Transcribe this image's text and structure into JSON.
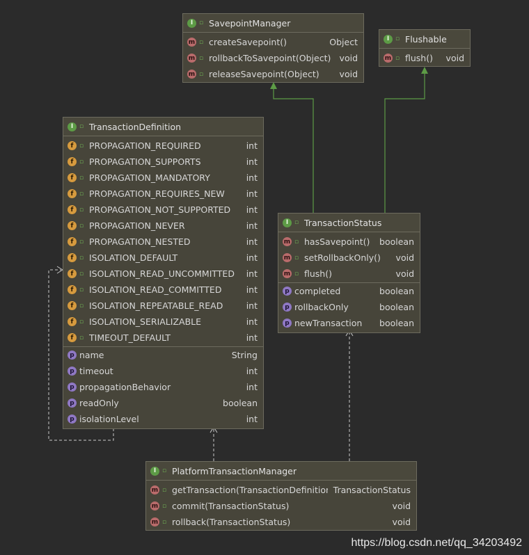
{
  "classes": {
    "savepoint_manager": {
      "name": "SavepointManager",
      "methods": [
        {
          "name": "createSavepoint()",
          "type": "Object"
        },
        {
          "name": "rollbackToSavepoint(Object)",
          "type": "void"
        },
        {
          "name": "releaseSavepoint(Object)",
          "type": "void"
        }
      ]
    },
    "flushable": {
      "name": "Flushable",
      "methods": [
        {
          "name": "flush()",
          "type": "void"
        }
      ]
    },
    "transaction_definition": {
      "name": "TransactionDefinition",
      "fields": [
        {
          "name": "PROPAGATION_REQUIRED",
          "type": "int"
        },
        {
          "name": "PROPAGATION_SUPPORTS",
          "type": "int"
        },
        {
          "name": "PROPAGATION_MANDATORY",
          "type": "int"
        },
        {
          "name": "PROPAGATION_REQUIRES_NEW",
          "type": "int"
        },
        {
          "name": "PROPAGATION_NOT_SUPPORTED",
          "type": "int"
        },
        {
          "name": "PROPAGATION_NEVER",
          "type": "int"
        },
        {
          "name": "PROPAGATION_NESTED",
          "type": "int"
        },
        {
          "name": "ISOLATION_DEFAULT",
          "type": "int"
        },
        {
          "name": "ISOLATION_READ_UNCOMMITTED",
          "type": "int"
        },
        {
          "name": "ISOLATION_READ_COMMITTED",
          "type": "int"
        },
        {
          "name": "ISOLATION_REPEATABLE_READ",
          "type": "int"
        },
        {
          "name": "ISOLATION_SERIALIZABLE",
          "type": "int"
        },
        {
          "name": "TIMEOUT_DEFAULT",
          "type": "int"
        }
      ],
      "properties": [
        {
          "name": "name",
          "type": "String"
        },
        {
          "name": "timeout",
          "type": "int"
        },
        {
          "name": "propagationBehavior",
          "type": "int"
        },
        {
          "name": "readOnly",
          "type": "boolean"
        },
        {
          "name": "isolationLevel",
          "type": "int"
        }
      ]
    },
    "transaction_status": {
      "name": "TransactionStatus",
      "methods": [
        {
          "name": "hasSavepoint()",
          "type": "boolean"
        },
        {
          "name": "setRollbackOnly()",
          "type": "void"
        },
        {
          "name": "flush()",
          "type": "void"
        }
      ],
      "properties": [
        {
          "name": "completed",
          "type": "boolean"
        },
        {
          "name": "rollbackOnly",
          "type": "boolean"
        },
        {
          "name": "newTransaction",
          "type": "boolean"
        }
      ]
    },
    "platform_transaction_manager": {
      "name": "PlatformTransactionManager",
      "methods": [
        {
          "name": "getTransaction(TransactionDefinition)",
          "type": "TransactionStatus"
        },
        {
          "name": "commit(TransactionStatus)",
          "type": "void"
        },
        {
          "name": "rollback(TransactionStatus)",
          "type": "void"
        }
      ]
    }
  },
  "icons": {
    "interface": "I",
    "method": "m",
    "field": "f",
    "property": "p"
  },
  "colors": {
    "background": "#2b2b2b",
    "box": "#47453a",
    "inherit_edge": "#5d9b46",
    "dependency_edge": "#c8c8c8"
  },
  "watermark": "https://blog.csdn.net/qq_34203492"
}
